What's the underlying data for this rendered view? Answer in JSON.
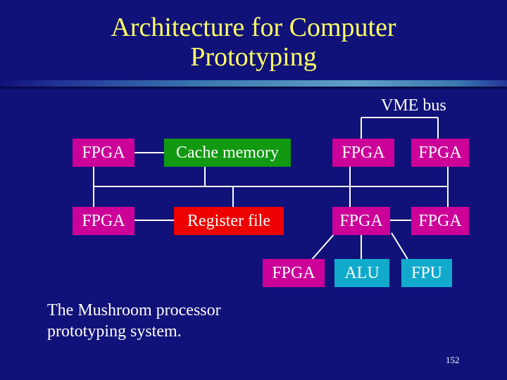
{
  "slide": {
    "title_line1": "Architecture for Computer",
    "title_line2": "Prototyping",
    "bus_label": "VME bus",
    "caption_line1": "The Mushroom processor",
    "caption_line2": "prototyping system.",
    "page_number": "152"
  },
  "diagram": {
    "row1": {
      "fpga_left": "FPGA",
      "cache": "Cache memory",
      "fpga_mid": "FPGA",
      "fpga_right": "FPGA"
    },
    "row2": {
      "fpga_left": "FPGA",
      "register": "Register file",
      "fpga_mid": "FPGA",
      "fpga_right": "FPGA"
    },
    "row3": {
      "fpga": "FPGA",
      "alu": "ALU",
      "fpu": "FPU"
    }
  },
  "colors": {
    "background": "#11117a",
    "title": "#ffff66",
    "fpga_box": "#cc0099",
    "cache_box": "#119911",
    "register_box": "#ee0000",
    "unit_box": "#11aacc",
    "wire": "#ffffff"
  }
}
